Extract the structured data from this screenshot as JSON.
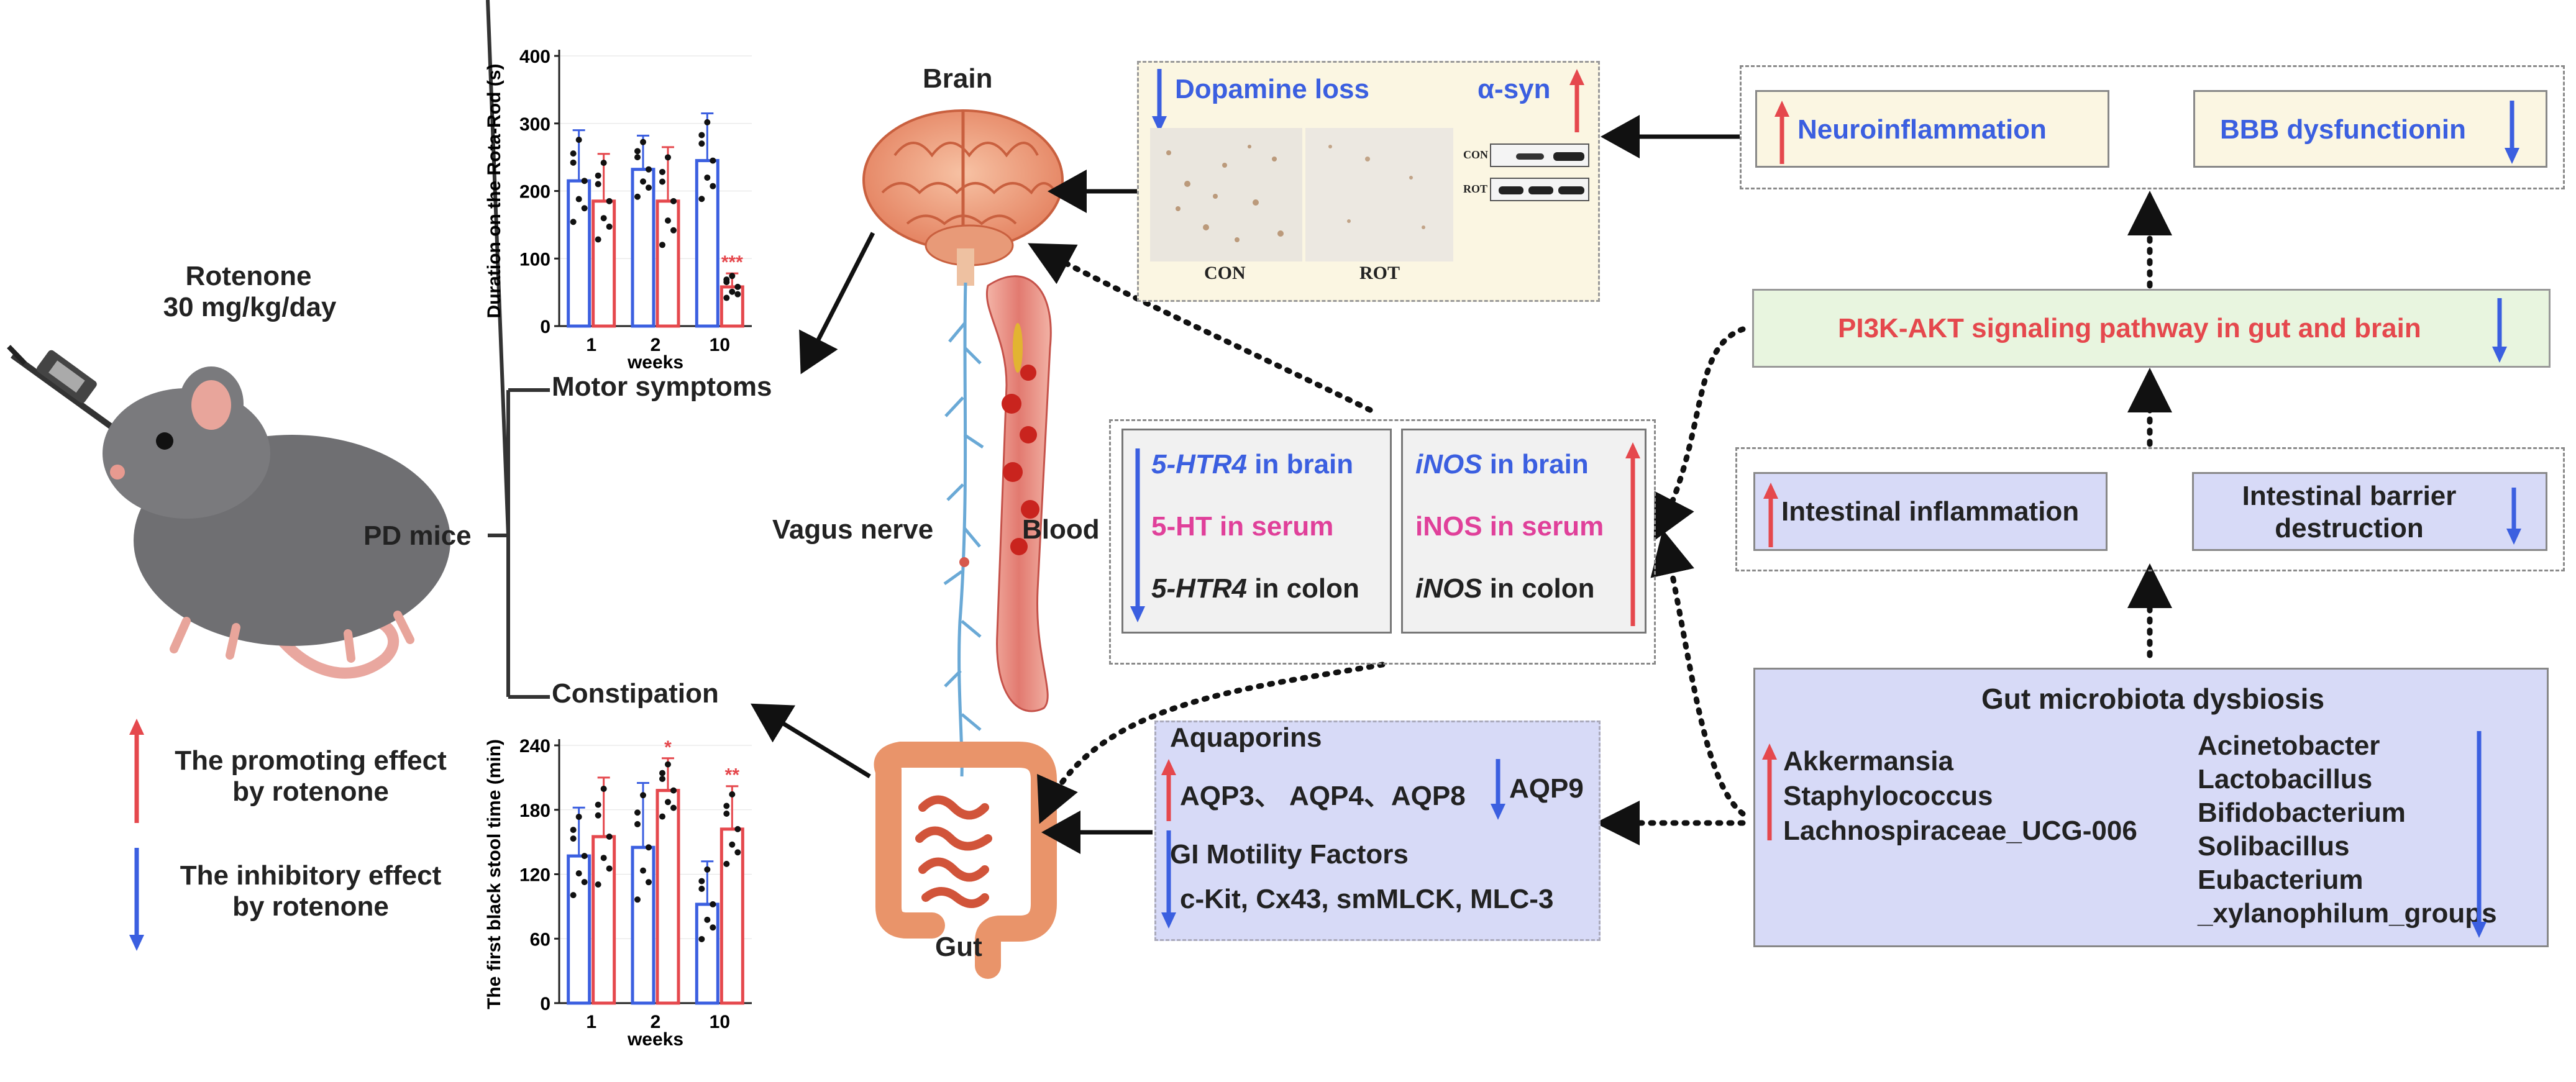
{
  "colors": {
    "up": "#e5484d",
    "down": "#3b5fe0",
    "pink": "#e0409a",
    "lavender": "#d7daf7",
    "cream": "#fbf6e2",
    "green": "#e8f5df"
  },
  "treatment": {
    "line1": "Rotenone",
    "line2": "30 mg/kg/day"
  },
  "pd_mice": "PD mice",
  "motor_symptoms": "Motor symptoms",
  "constipation": "Constipation",
  "legend": {
    "promoting_line1": "The promoting effect",
    "promoting_line2": "by rotenone",
    "inhibitory_line1": "The inhibitory effect",
    "inhibitory_line2": "by rotenone"
  },
  "organs": {
    "brain": "Brain",
    "gut": "Gut",
    "vagus": "Vagus nerve",
    "blood": "Blood"
  },
  "histology": {
    "dopamine_loss": "Dopamine loss",
    "alpha_syn": "α-syn",
    "con": "CON",
    "rot": "ROT",
    "blot_con": "CON",
    "blot_rot": "ROT"
  },
  "brain_effects": {
    "neuroinflammation": "Neuroinflammation",
    "bbb": "BBB dysfunctionin"
  },
  "pathway": "PI3K-AKT signaling pathway in gut and brain",
  "intestinal": {
    "inflammation": "Intestinal inflammation",
    "barrier_line1": "Intestinal barrier",
    "barrier_line2": "destruction"
  },
  "serotonin": {
    "left": [
      {
        "italic": "5-HTR4",
        "rest": " in brain",
        "color": "#3b5fe0"
      },
      {
        "italic": "",
        "rest": "5-HT in serum",
        "color": "#e0409a"
      },
      {
        "italic": "5-HTR4",
        "rest": " in colon",
        "color": "#222222"
      }
    ],
    "right": [
      {
        "italic": "iNOS",
        "rest": " in brain",
        "color": "#3b5fe0"
      },
      {
        "italic": "",
        "rest": "iNOS in serum",
        "color": "#e0409a"
      },
      {
        "italic": "iNOS",
        "rest": "  in colon",
        "color": "#222222"
      }
    ]
  },
  "aquaporins": {
    "title": "Aquaporins",
    "up_items": "AQP3、 AQP4、AQP8",
    "down_items": "AQP9"
  },
  "motility": {
    "title": "GI Motility Factors",
    "items": "c-Kit, Cx43, smMLCK, MLC-3"
  },
  "microbiota": {
    "title": "Gut microbiota dysbiosis",
    "increased": [
      "Akkermansia",
      "Staphylococcus",
      "Lachnospiraceae_UCG-006"
    ],
    "decreased": [
      "Acinetobacter",
      "Lactobacillus",
      "Bifidobacterium",
      "Solibacillus",
      "Eubacterium",
      "_xylanophilum_groups"
    ]
  },
  "chart_data": [
    {
      "type": "bar",
      "ylabel": "Duration on the Rota-Rod (s)",
      "xlabel": "weeks",
      "categories": [
        "1",
        "2",
        "10"
      ],
      "ylim": [
        0,
        400
      ],
      "yticks": [
        0,
        100,
        200,
        300,
        400
      ],
      "series": [
        {
          "values": [
            215,
            232,
            245
          ],
          "errors": [
            75,
            50,
            70
          ],
          "color": "#3b5fe0"
        },
        {
          "values": [
            185,
            185,
            58
          ],
          "errors": [
            70,
            80,
            20
          ],
          "color": "#e5484d"
        }
      ],
      "significance": [
        "",
        "",
        "***"
      ]
    },
    {
      "type": "bar",
      "ylabel": "The first black stool time (min)",
      "xlabel": "weeks",
      "categories": [
        "1",
        "2",
        "10"
      ],
      "ylim": [
        0,
        240
      ],
      "yticks": [
        0,
        60,
        120,
        180,
        240
      ],
      "series": [
        {
          "values": [
            137,
            145,
            92
          ],
          "errors": [
            45,
            60,
            40
          ],
          "color": "#3b5fe0"
        },
        {
          "values": [
            155,
            198,
            162
          ],
          "errors": [
            55,
            30,
            40
          ],
          "color": "#e5484d"
        }
      ],
      "significance": [
        "",
        "*",
        "**"
      ]
    }
  ]
}
